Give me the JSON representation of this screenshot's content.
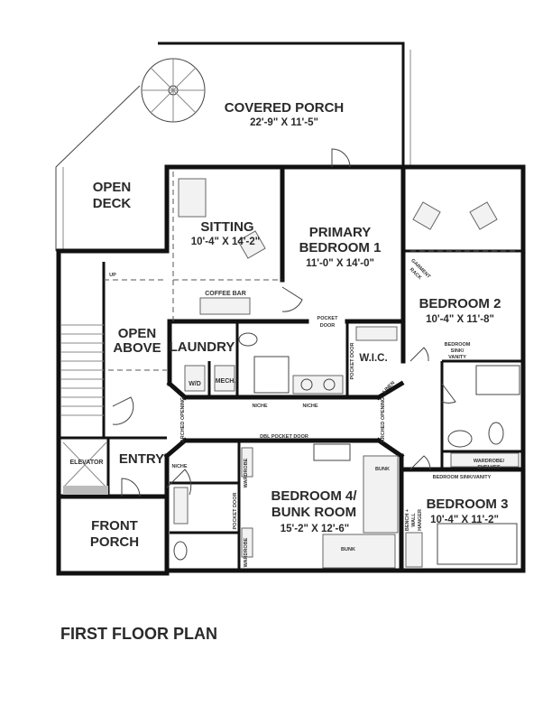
{
  "title": "FIRST FLOOR PLAN",
  "rooms": {
    "covered_porch": {
      "name": "COVERED PORCH",
      "dims": "22'-9\" X 11'-5\""
    },
    "open_deck": {
      "line1": "OPEN",
      "line2": "DECK"
    },
    "sitting": {
      "name": "SITTING",
      "dims": "10'-4\" X 14'-2\""
    },
    "primary_bedroom": {
      "line1": "PRIMARY",
      "line2": "BEDROOM 1",
      "dims": "11'-0\" X 14'-0\""
    },
    "bedroom2": {
      "name": "BEDROOM 2",
      "dims": "10'-4\" X 11'-8\""
    },
    "open_above": {
      "line1": "OPEN",
      "line2": "ABOVE"
    },
    "laundry": {
      "name": "LAUNDRY"
    },
    "wic": {
      "name": "W.I.C."
    },
    "entry": {
      "name": "ENTRY"
    },
    "elevator": {
      "name": "ELEVATOR"
    },
    "bedroom4": {
      "line1": "BEDROOM 4/",
      "line2": "BUNK ROOM",
      "dims": "15'-2\" X 12'-6\""
    },
    "bedroom3": {
      "name": "BEDROOM 3",
      "dims": "10'-4\" X 11'-2\""
    },
    "front_porch": {
      "line1": "FRONT",
      "line2": "PORCH"
    }
  },
  "labels": {
    "coffee_bar": "COFFEE BAR",
    "wd": "W/D",
    "mech": "MECH.",
    "pocket_door": [
      "POCKET",
      "DOOR"
    ],
    "pocket_door_v": "POCKET DOOR",
    "niche": "NICHE",
    "arched_opening": "ARCHED OPENING",
    "dbl_pocket_door": "DBL POCKET DOOR",
    "wardrobe": "WARDROBE",
    "bunk": "BUNK",
    "bedroom_sink_vanity": [
      "BEDROOM",
      "SINK/",
      "VANITY"
    ],
    "bedroom_sink_vanity_b3": "BEDROOM SINK/VANITY",
    "wardrobe_shelves": [
      "WARDROBE/",
      "SHELVES"
    ],
    "bench_wall_hanger": [
      "BENCH +",
      "WALL",
      "HANGER"
    ],
    "garment_rack": [
      "GARMENT",
      "RACK"
    ],
    "linen": "LINEN",
    "up": "UP"
  }
}
